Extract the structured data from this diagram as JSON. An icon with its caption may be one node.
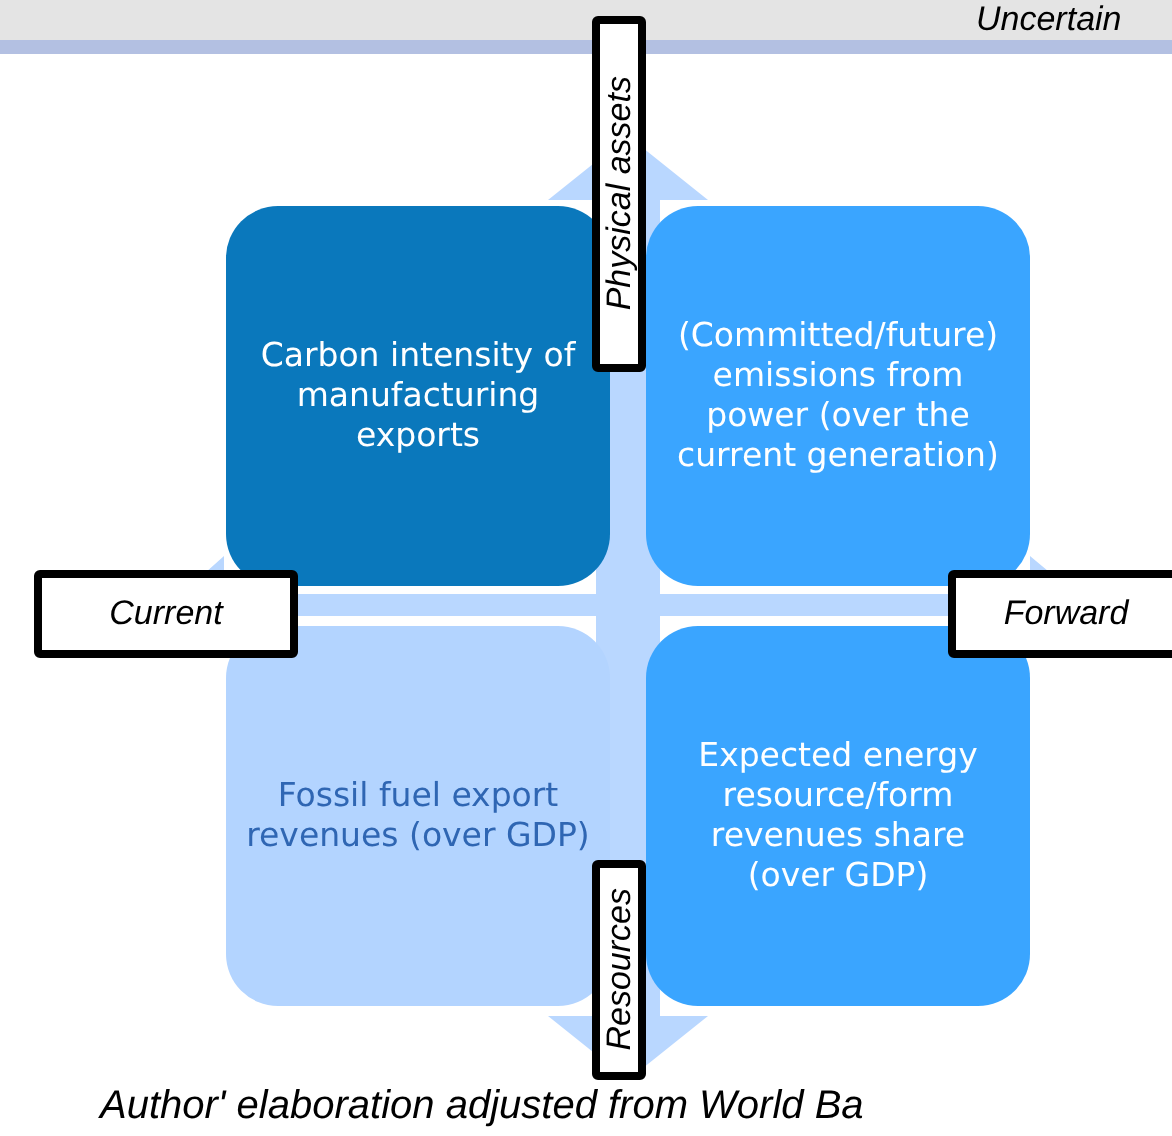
{
  "diagram": {
    "caption": "Author' elaboration adjusted from World Ba",
    "nodes": [
      {
        "text": [
          "Carbon intensity of manufacturing exports"
        ]
      },
      {
        "text": [
          "(Committed/future) emissions from power (over the current generation)"
        ]
      },
      {
        "text": [
          "Fossil fuel export revenues (over GDP)"
        ]
      },
      {
        "text": [
          "Expected energy resource/form revenues share (over GDP)"
        ]
      }
    ],
    "labels": [
      "Uncertain",
      "Physical assets",
      "Current",
      "Forward",
      "Resources"
    ]
  }
}
